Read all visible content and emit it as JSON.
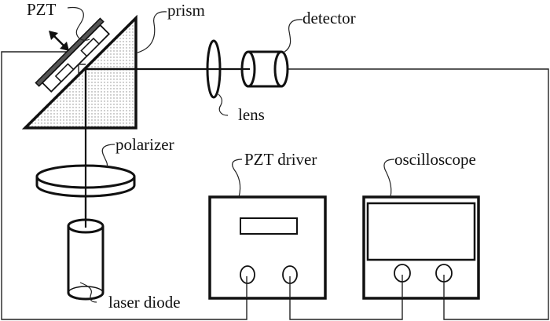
{
  "diagram": {
    "title": "",
    "labels": {
      "pzt": "PZT",
      "prism": "prism",
      "detector": "detector",
      "lens": "lens",
      "polarizer": "polarizer",
      "laser_diode": "laser diode",
      "pzt_driver": "PZT driver",
      "oscilloscope": "oscilloscope"
    },
    "components": [
      {
        "id": "laser_diode",
        "type": "light-source"
      },
      {
        "id": "polarizer",
        "type": "optical-element"
      },
      {
        "id": "prism",
        "type": "optical-element"
      },
      {
        "id": "pzt",
        "type": "actuator"
      },
      {
        "id": "lens",
        "type": "optical-element"
      },
      {
        "id": "detector",
        "type": "sensor"
      },
      {
        "id": "pzt_driver",
        "type": "instrument"
      },
      {
        "id": "oscilloscope",
        "type": "instrument"
      }
    ],
    "optical_path": [
      "laser_diode",
      "polarizer",
      "prism",
      "lens",
      "detector"
    ],
    "electrical_connections": [
      {
        "from": "pzt",
        "to": "pzt_driver"
      },
      {
        "from": "pzt_driver",
        "to": "oscilloscope"
      },
      {
        "from": "detector",
        "to": "oscilloscope"
      }
    ],
    "colors": {
      "line": "#111111",
      "pzt_plate": "#555555",
      "prism_dots": "#888888",
      "background": "#ffffff"
    }
  }
}
